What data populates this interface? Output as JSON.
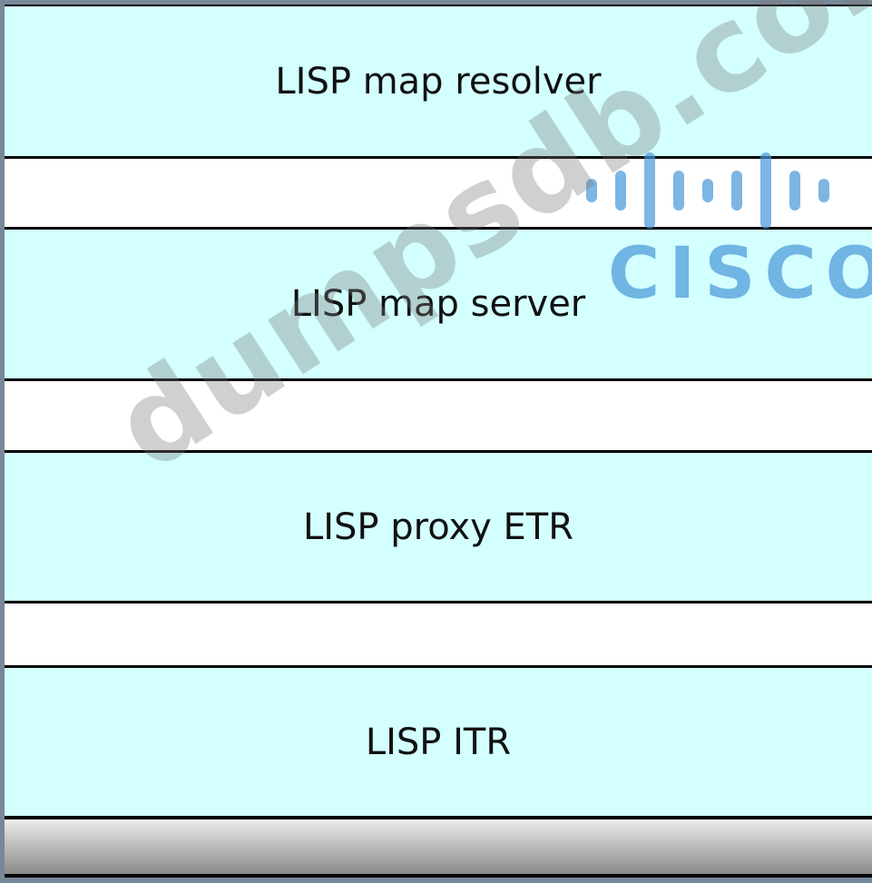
{
  "layers": [
    {
      "label": "LISP map resolver"
    },
    {
      "label": "LISP map server"
    },
    {
      "label": "LISP proxy ETR"
    },
    {
      "label": "LISP ITR"
    }
  ],
  "watermark": {
    "text": "dumpsdb.com",
    "logo": "CISCO"
  },
  "colors": {
    "layer": "#d3ffff",
    "frame": "#778899",
    "gap": "#ffffff"
  }
}
